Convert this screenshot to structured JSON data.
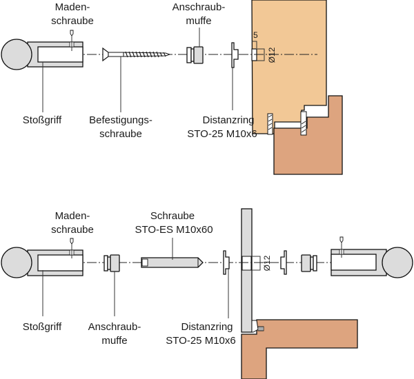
{
  "diagram": {
    "colors": {
      "door_wood": "#f2c896",
      "frame_wood": "#dda47f",
      "metal_grey": "#dcdcdc",
      "outline": "#111111"
    },
    "top": {
      "labels": {
        "maden_1": "Maden-",
        "maden_2": "schraube",
        "anschraub_1": "Anschraub-",
        "anschraub_2": "muffe",
        "stossgriff": "Stoßgriff",
        "befestigung_1": "Befestigungs-",
        "befestigung_2": "schraube",
        "distanz_1": "Distanzring",
        "distanz_2": "STO-25 M10x6"
      },
      "dimensions": {
        "depth": "5",
        "diameter": "Ø12"
      }
    },
    "bottom": {
      "labels": {
        "maden_1": "Maden-",
        "maden_2": "schraube",
        "schraube_1": "Schraube",
        "schraube_2": "STO-ES M10x60",
        "stossgriff": "Stoßgriff",
        "anschraub_1": "Anschraub-",
        "anschraub_2": "muffe",
        "distanz_1": "Distanzring",
        "distanz_2": "STO-25 M10x6"
      },
      "dimensions": {
        "diameter": "Ø12"
      }
    }
  }
}
